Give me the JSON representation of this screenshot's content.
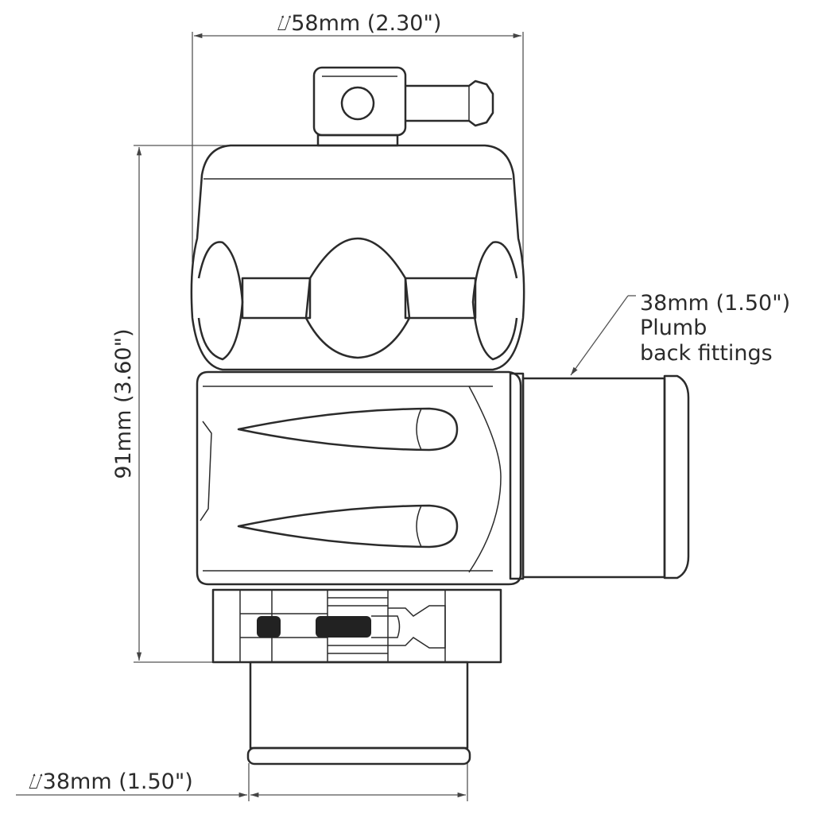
{
  "dimensions": {
    "top_diameter": "⌰58mm (2.30\")",
    "height": "91mm (3.60\")",
    "outlet_line1": "38mm (1.50\")",
    "outlet_line2": "Plumb",
    "outlet_line3": "back fittings",
    "inlet_diameter": "⌰38mm (1.50\")"
  },
  "colors": {
    "line": "#2b2b2b",
    "background": "#ffffff"
  }
}
